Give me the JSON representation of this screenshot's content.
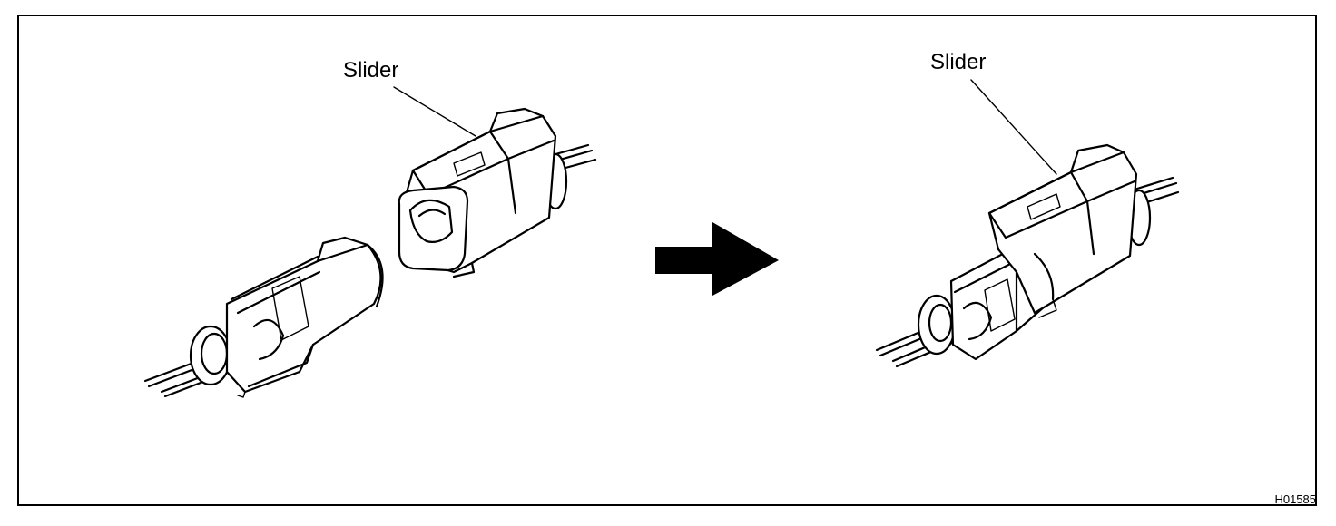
{
  "labels": {
    "slider_left": "Slider",
    "slider_right": "Slider"
  },
  "figure_code": "H01585",
  "icons": {
    "arrow": "right-arrow-icon"
  },
  "colors": {
    "ink": "#000000",
    "paper": "#ffffff"
  }
}
